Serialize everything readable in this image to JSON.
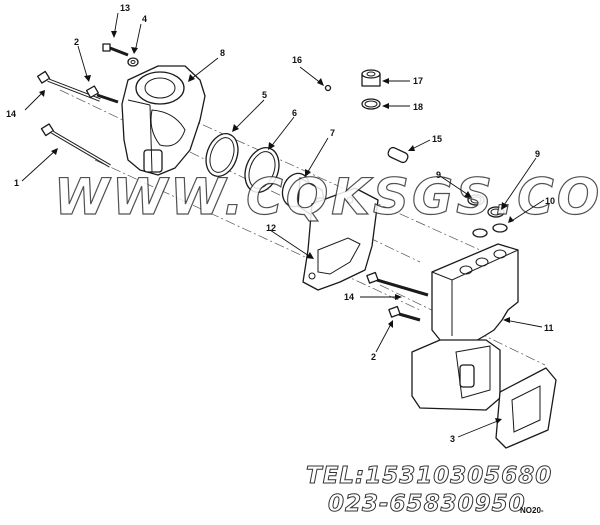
{
  "callouts": {
    "c13": "13",
    "c4": "4",
    "c2a": "2",
    "c8": "8",
    "c16": "16",
    "c17": "17",
    "c14a": "14",
    "c5": "5",
    "c6": "6",
    "c18": "18",
    "c7": "7",
    "c15": "15",
    "c1": "1",
    "c9a": "9",
    "c9b": "9",
    "c10": "10",
    "c12": "12",
    "c14b": "14",
    "c11": "11",
    "c2b": "2",
    "c3": "3"
  },
  "watermark": "WWW.CQKSGS.COM",
  "contact": {
    "tel": "TEL:15310305680",
    "phone": "023-65830950"
  },
  "figure_code": "NO20-"
}
